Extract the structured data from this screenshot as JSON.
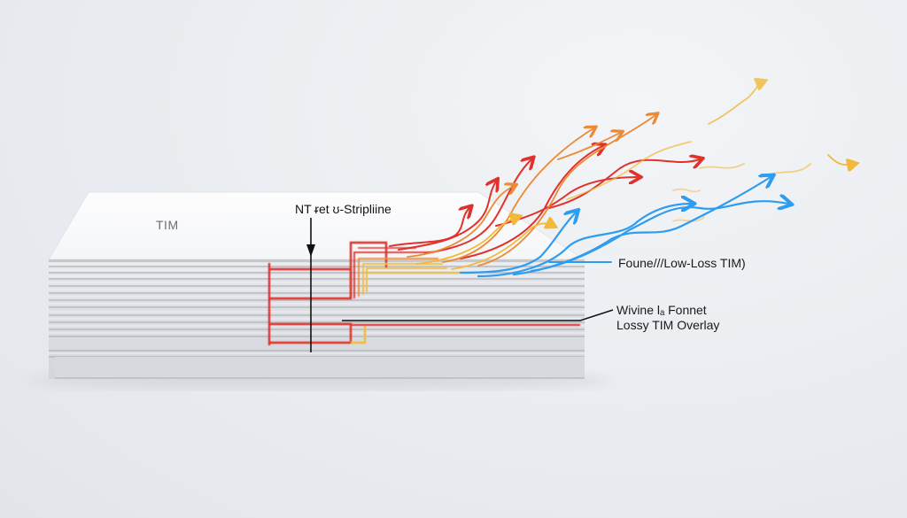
{
  "diagram": {
    "stack": {
      "top_label": "TIM",
      "layer_count": 12,
      "colors": {
        "top": "#fbfcfd",
        "layer_light": "#e4e6ea",
        "layer_dark": "#b9bdc3",
        "shadow": "#d3d6db"
      }
    },
    "callouts": {
      "stripline": "NT ᵲet ʊ-Stripliine",
      "low_loss": "Foune///Low-Loss TIM)",
      "overlay_line1": "Wivine lₐ Fonnet",
      "overlay_line2": "Lossy TIM Overlay"
    },
    "trace_colors": {
      "red": "#e0322d",
      "orange": "#ee8a33",
      "yellow": "#f2b93a",
      "blue": "#2e9cf0",
      "leader": "#111111"
    },
    "arrow_groups": [
      {
        "name": "heat-arrows-red",
        "color": "#e0322d"
      },
      {
        "name": "heat-arrows-orange",
        "color": "#ee8a33"
      },
      {
        "name": "heat-arrows-yellow",
        "color": "#f2b93a"
      },
      {
        "name": "heat-arrows-blue",
        "color": "#2e9cf0"
      }
    ]
  }
}
